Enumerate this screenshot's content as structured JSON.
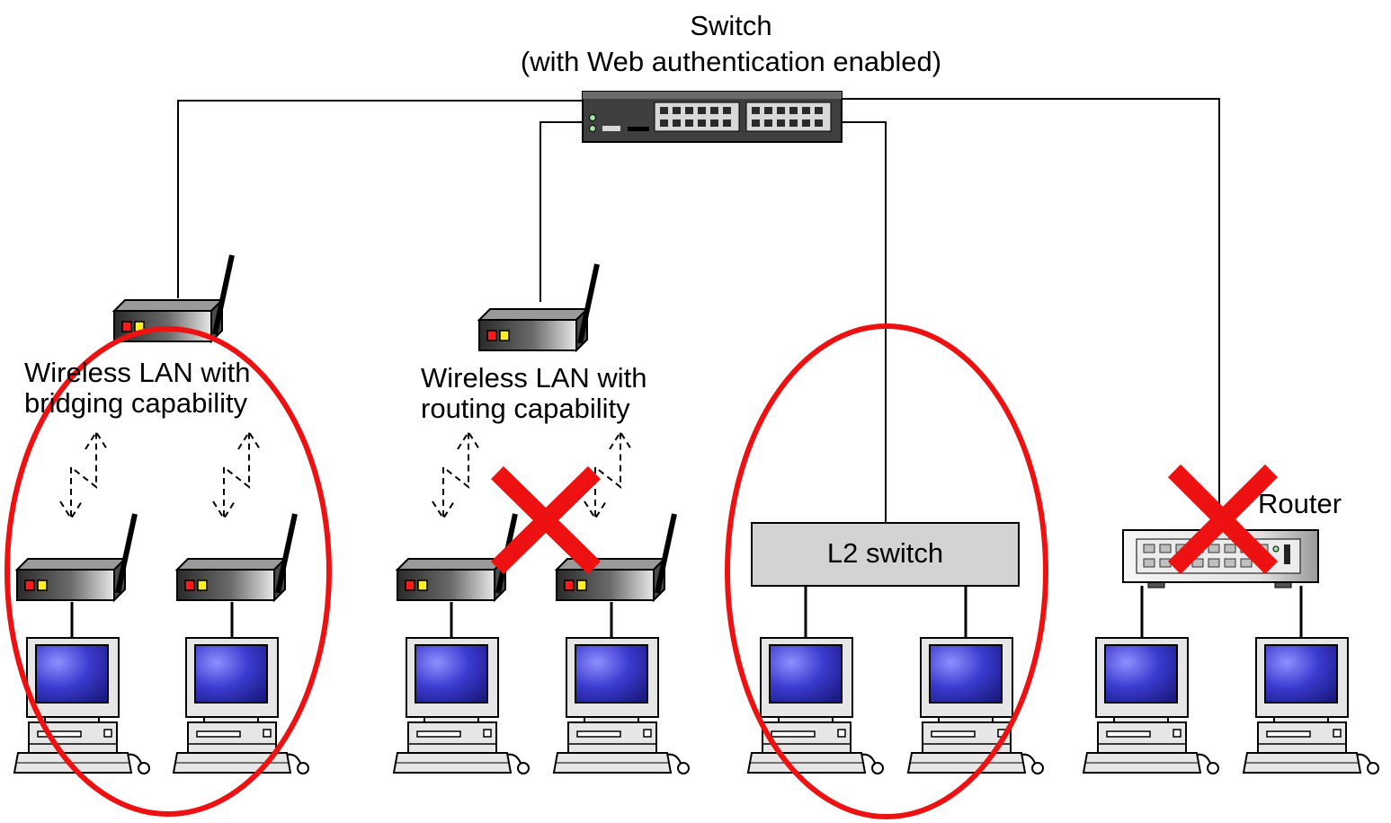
{
  "switch_title": {
    "line1": "Switch",
    "line2": "(with Web authentication enabled)"
  },
  "bridge_ap": {
    "line1": "Wireless LAN with",
    "line2": "bridging capability"
  },
  "router_ap": {
    "line1": "Wireless LAN with",
    "line2": "routing capability"
  },
  "l2_switch": {
    "label": "L2 switch"
  },
  "router": {
    "label": "Router"
  },
  "colors": {
    "allowed_marker": "#ee1111",
    "blocked_marker": "#ee1111",
    "monitor_screen": "#3a3ad0",
    "device_body": "#5a5a5a"
  }
}
